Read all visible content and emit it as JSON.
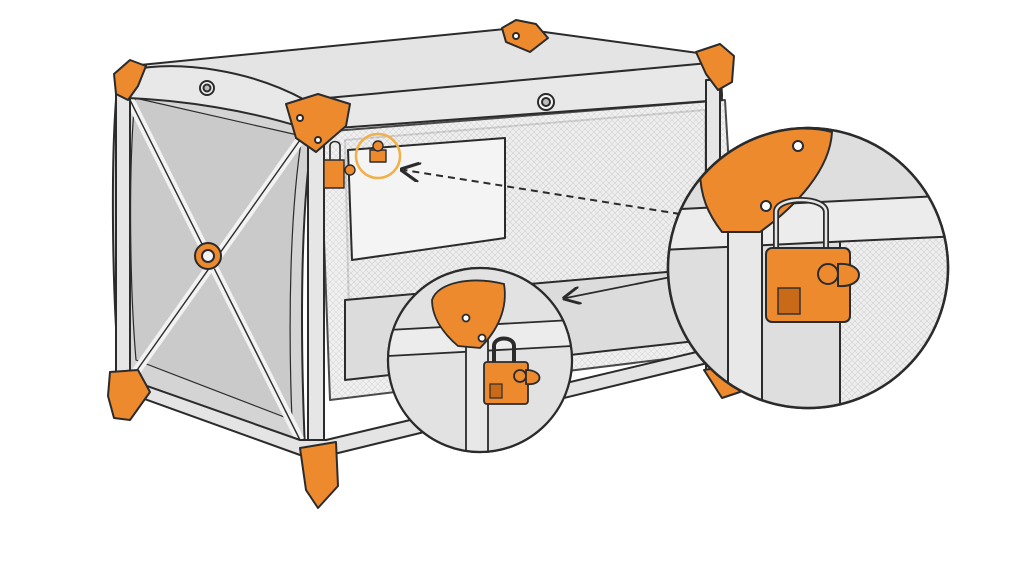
{
  "figure": {
    "subject": "travel-cot-corner-lock-illustration",
    "text_labels": []
  },
  "colors": {
    "background": "#ffffff",
    "fabric": "#d6d6d6",
    "fabric_shade": "#c4c4c4",
    "frame": "#e2e2e2",
    "mesh": "#ececec",
    "outline": "#2b2b2b",
    "accent_orange": "#ee8a2e",
    "accent_orange_dark": "#c96a18",
    "highlight_ring": "#f0b04a"
  },
  "callouts": [
    {
      "name": "zoom-callout-large",
      "shows": "corner-lock-detail"
    },
    {
      "name": "zoom-callout-small",
      "shows": "corner-lock-detail"
    }
  ]
}
